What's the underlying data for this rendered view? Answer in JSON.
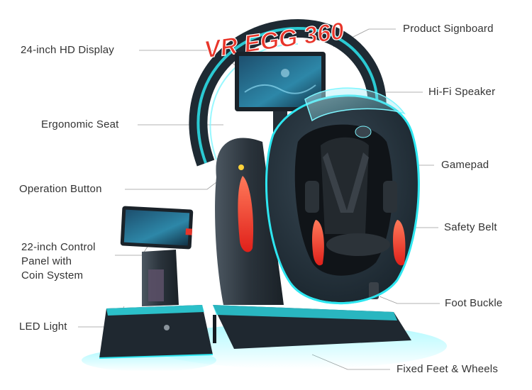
{
  "signboard": {
    "text": "VR EGG 360"
  },
  "labels": {
    "display": "24-inch HD Display",
    "seat": "Ergonomic Seat",
    "operation": "Operation Button",
    "control_line1": "22-inch Control",
    "control_line2": "Panel with",
    "control_line3": "Coin System",
    "led": "LED Light",
    "signboard": "Product Signboard",
    "speaker": "Hi-Fi Speaker",
    "gamepad": "Gamepad",
    "belt": "Safety Belt",
    "foot": "Foot Buckle",
    "feet": "Fixed Feet & Wheels"
  },
  "colors": {
    "accent": "#1ee0e6",
    "body": "#2f3a44",
    "body_dark": "#1d252c",
    "glow": "#7ef6ff",
    "red": "#ff4a3a",
    "leader": "#9a9a9a",
    "text": "#333333"
  }
}
